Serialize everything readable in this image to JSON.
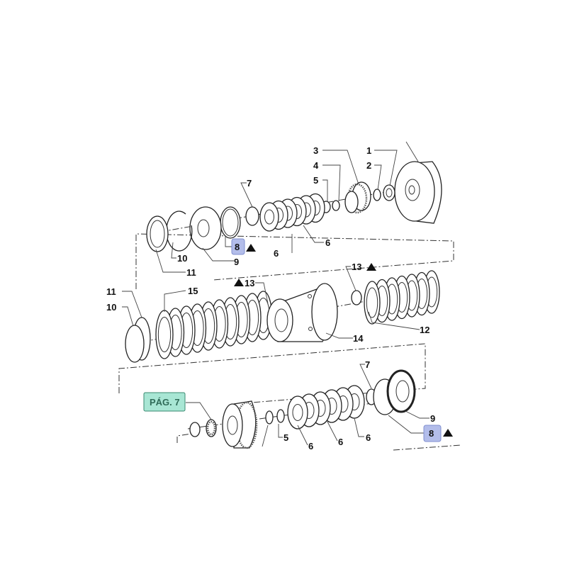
{
  "labels": {
    "top": {
      "l3": "3",
      "l1": "1",
      "l4": "4",
      "l2": "2",
      "l5": "5",
      "l7": "7",
      "l8": "8",
      "l9": "9",
      "l6a": "6",
      "l6b": "6",
      "l10": "10",
      "l11": "11"
    },
    "middle": {
      "l13a": "13",
      "l13b": "13",
      "l11": "11",
      "l10": "10",
      "l15": "15",
      "l14": "14",
      "l12": "12"
    },
    "bottom": {
      "page_ref": "PÁG. 7",
      "l7": "7",
      "l9": "9",
      "l8": "8",
      "l5": "5",
      "l6a": "6",
      "l6b": "6",
      "l6c": "6"
    }
  },
  "colors": {
    "page_ref_bg": "#a8e6d4",
    "page_ref_border": "#3a8a70",
    "page_ref_text": "#2f6b58",
    "highlight_bg": "#b3bdea",
    "highlight_border": "#8090d0"
  }
}
